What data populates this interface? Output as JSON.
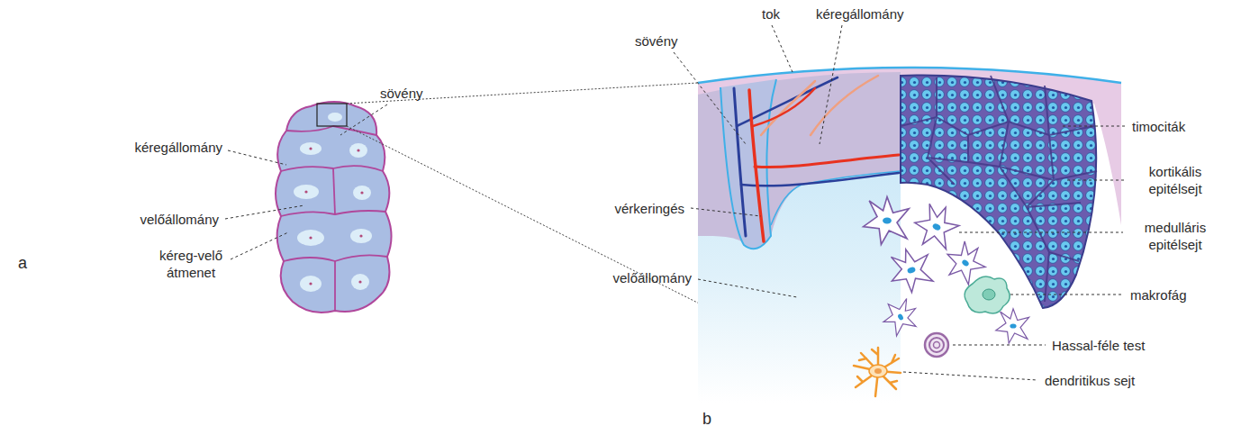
{
  "diagram": {
    "labels": [
      "sövény",
      "kéregállomány",
      "velőállomány",
      "kéreg-velő átmenet",
      "a",
      "tok",
      "kéregállomány",
      "sövény",
      "timociták",
      "kortikális epitélsejt",
      "vérkeringés",
      "medulláris epitélsejt",
      "velőállomány",
      "makrofág",
      "Hassal-féle test",
      "dendritikus sejt",
      "b"
    ]
  }
}
